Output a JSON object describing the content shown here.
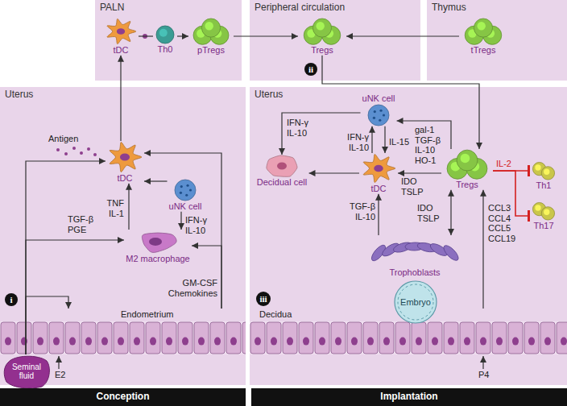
{
  "diagram": {
    "nodes": [
      {
        "text": [
          "PALN"
        ]
      },
      {
        "text": [
          "tDC"
        ],
        "in": 0
      },
      {
        "text": [
          "Th0"
        ],
        "in": 0
      },
      {
        "text": [
          "pTregs"
        ],
        "in": 0
      },
      {
        "text": [
          "Peripheral circulation"
        ]
      },
      {
        "text": [
          "Tregs"
        ],
        "in": 4
      },
      {
        "text": [
          "Thymus"
        ]
      },
      {
        "text": [
          "tTregs"
        ],
        "in": 6
      },
      {
        "text": [
          "Uterus"
        ]
      },
      {
        "text": [
          "tDC"
        ],
        "in": 8
      },
      {
        "text": [
          "uNK cell"
        ],
        "in": 8
      },
      {
        "text": [
          "M2 macrophage"
        ],
        "in": 8
      },
      {
        "text": [
          "Endometrium"
        ],
        "in": 8
      },
      {
        "text": [
          "Seminal fluid"
        ],
        "in": 8
      },
      {
        "text": [
          "Uterus"
        ]
      },
      {
        "text": [
          "uNK cell"
        ],
        "in": 14
      },
      {
        "text": [
          "Decidual cell"
        ],
        "in": 14
      },
      {
        "text": [
          "tDC"
        ],
        "in": 14
      },
      {
        "text": [
          "Tregs"
        ],
        "in": 14
      },
      {
        "text": [
          "Th1"
        ],
        "in": 14
      },
      {
        "text": [
          "Th17"
        ],
        "in": 14
      },
      {
        "text": [
          "Decidua"
        ],
        "in": 14
      },
      {
        "text": [
          "Trophoblasts"
        ],
        "in": 14
      },
      {
        "text": [
          "Embryo"
        ],
        "in": 14
      },
      {
        "text": [
          "Conception"
        ]
      },
      {
        "text": [
          "Implantation"
        ]
      }
    ],
    "edges": [
      {
        "from": 9,
        "to": 1,
        "arrow": "to"
      },
      {
        "from": 1,
        "to": 2,
        "arrow": "none"
      },
      {
        "from": 2,
        "to": 3,
        "arrow": "to"
      },
      {
        "from": 3,
        "to": 5,
        "arrow": "to"
      },
      {
        "from": 7,
        "to": 5,
        "arrow": "to"
      },
      {
        "from": 5,
        "to": 18,
        "arrow": "to"
      },
      {
        "from": 11,
        "to": 9,
        "arrow": "to"
      },
      {
        "from": 10,
        "to": 9,
        "arrow": "to"
      },
      {
        "from": 10,
        "to": 11,
        "arrow": "to"
      },
      {
        "from": 13,
        "to": 9,
        "arrow": "to"
      },
      {
        "from": 13,
        "to": 11,
        "arrow": "to"
      },
      {
        "from": 13,
        "to": 12,
        "arrow": "to"
      },
      {
        "from": 12,
        "to": 9,
        "arrow": "to"
      },
      {
        "from": 12,
        "to": 11,
        "arrow": "to"
      },
      {
        "from": 18,
        "to": 15,
        "arrow": "to"
      },
      {
        "from": 15,
        "to": 16,
        "arrow": "to"
      },
      {
        "from": 17,
        "to": 16,
        "arrow": "to"
      },
      {
        "from": 15,
        "to": 17,
        "arrow": "to"
      },
      {
        "from": 17,
        "to": 15,
        "arrow": "to"
      },
      {
        "from": 18,
        "to": 17,
        "arrow": "to"
      },
      {
        "from": 18,
        "to": 19,
        "arrow": "to"
      },
      {
        "from": 18,
        "to": 20,
        "arrow": "to"
      },
      {
        "from": 22,
        "to": 17,
        "arrow": "to"
      },
      {
        "from": 22,
        "to": 18,
        "arrow": "both"
      },
      {
        "from": 21,
        "to": 18,
        "arrow": "to"
      }
    ],
    "labels": [
      "Antigen",
      "TNF IL-1",
      "IFN-γ IL-10",
      "TGF-β PGE",
      "GM-CSF Chemokines",
      "E2",
      "i",
      "ii",
      "IFN-γ IL-10",
      "IFN-γ IL-10",
      "IL-15",
      "gal-1 TGF-β IL-10 HO-1",
      "IDO TSLP",
      "IL-2",
      "TGF-β IL-10",
      "IDO TSLP",
      "CCL3 CCL4 CCL5 CCL19",
      "P4",
      "iii"
    ]
  }
}
